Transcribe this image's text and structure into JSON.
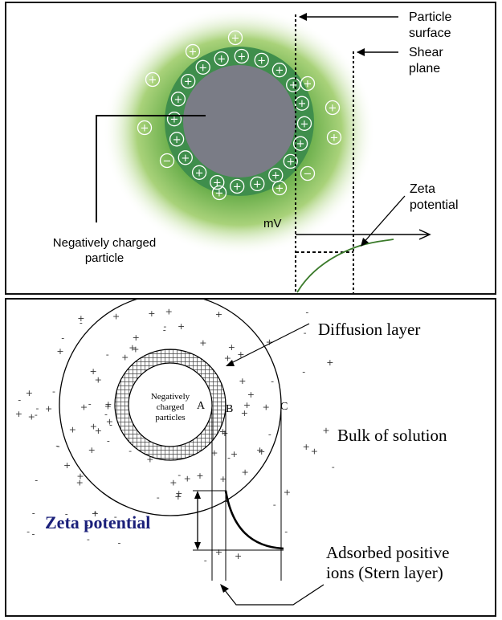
{
  "top_panel": {
    "particle_surface_label": [
      "Particle",
      "surface"
    ],
    "shear_plane_label": [
      "Shear",
      "plane"
    ],
    "zeta_label": [
      "Zeta",
      "potential"
    ],
    "mv_label": "mV",
    "negative_particle_label": [
      "Negatively charged",
      "particle"
    ],
    "plus_symbol": "+",
    "minus_symbol": "−"
  },
  "bottom_panel": {
    "diffusion_layer_label": "Diffusion layer",
    "bulk_label": "Bulk of solution",
    "particle_label": [
      "Negatively",
      "charged",
      "particles"
    ],
    "zeta_label": "Zeta potential",
    "adsorbed_label": [
      "Adsorbed positive",
      "ions (Stern layer)"
    ],
    "point_a": "A",
    "point_b": "B",
    "point_c": "C",
    "plus_symbol": "+",
    "minus_symbol": "-"
  },
  "colors": {
    "particle_core": "#7a7c86",
    "stern_ring": "#3f8e4c",
    "diffuse_glow": "#7fbf4a",
    "zeta_text": "#1a1f7a",
    "curve": "#3a7a2a"
  }
}
